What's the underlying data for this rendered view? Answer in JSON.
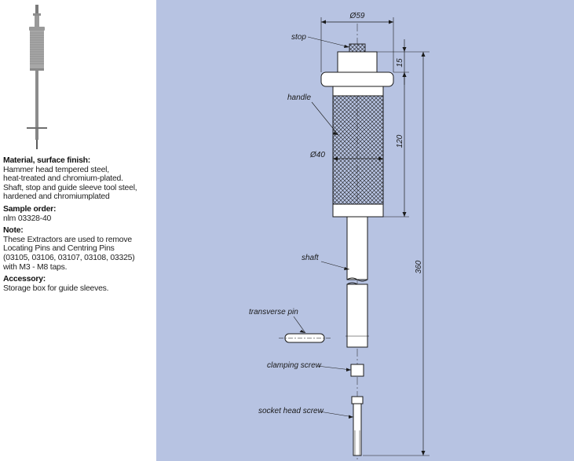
{
  "product_text": {
    "material_heading": "Material, surface finish:",
    "material_lines": [
      "Hammer head tempered steel,",
      "heat-treated and chromium-plated.",
      "Shaft, stop and guide sleeve tool steel,",
      "hardened and chromiumplated"
    ],
    "sample_order_heading": "Sample order:",
    "sample_order_value": "nlm 03328-40",
    "note_heading": "Note:",
    "note_lines": [
      "These Extractors are used to remove",
      "Locating Pins and Centring Pins",
      "(03105, 03106, 03107, 03108, 03325)",
      "with M3 - M8 taps."
    ],
    "accessory_heading": "Accessory:",
    "accessory_value": "Storage box for guide sleeves."
  },
  "drawing": {
    "labels": {
      "stop": "stop",
      "handle": "handle",
      "shaft": "shaft",
      "transverse_pin": "transverse pin",
      "clamping_screw": "clamping screw",
      "socket_head_screw": "socket head screw"
    },
    "dimensions": {
      "top_diameter": "Ø59",
      "handle_diameter": "Ø40",
      "stop_height": "15",
      "handle_length": "120",
      "overall_length": "360"
    },
    "colors": {
      "panel_bg": "#b7c3e2",
      "part_fill": "#ffffff",
      "line": "#1a1a1a"
    }
  }
}
